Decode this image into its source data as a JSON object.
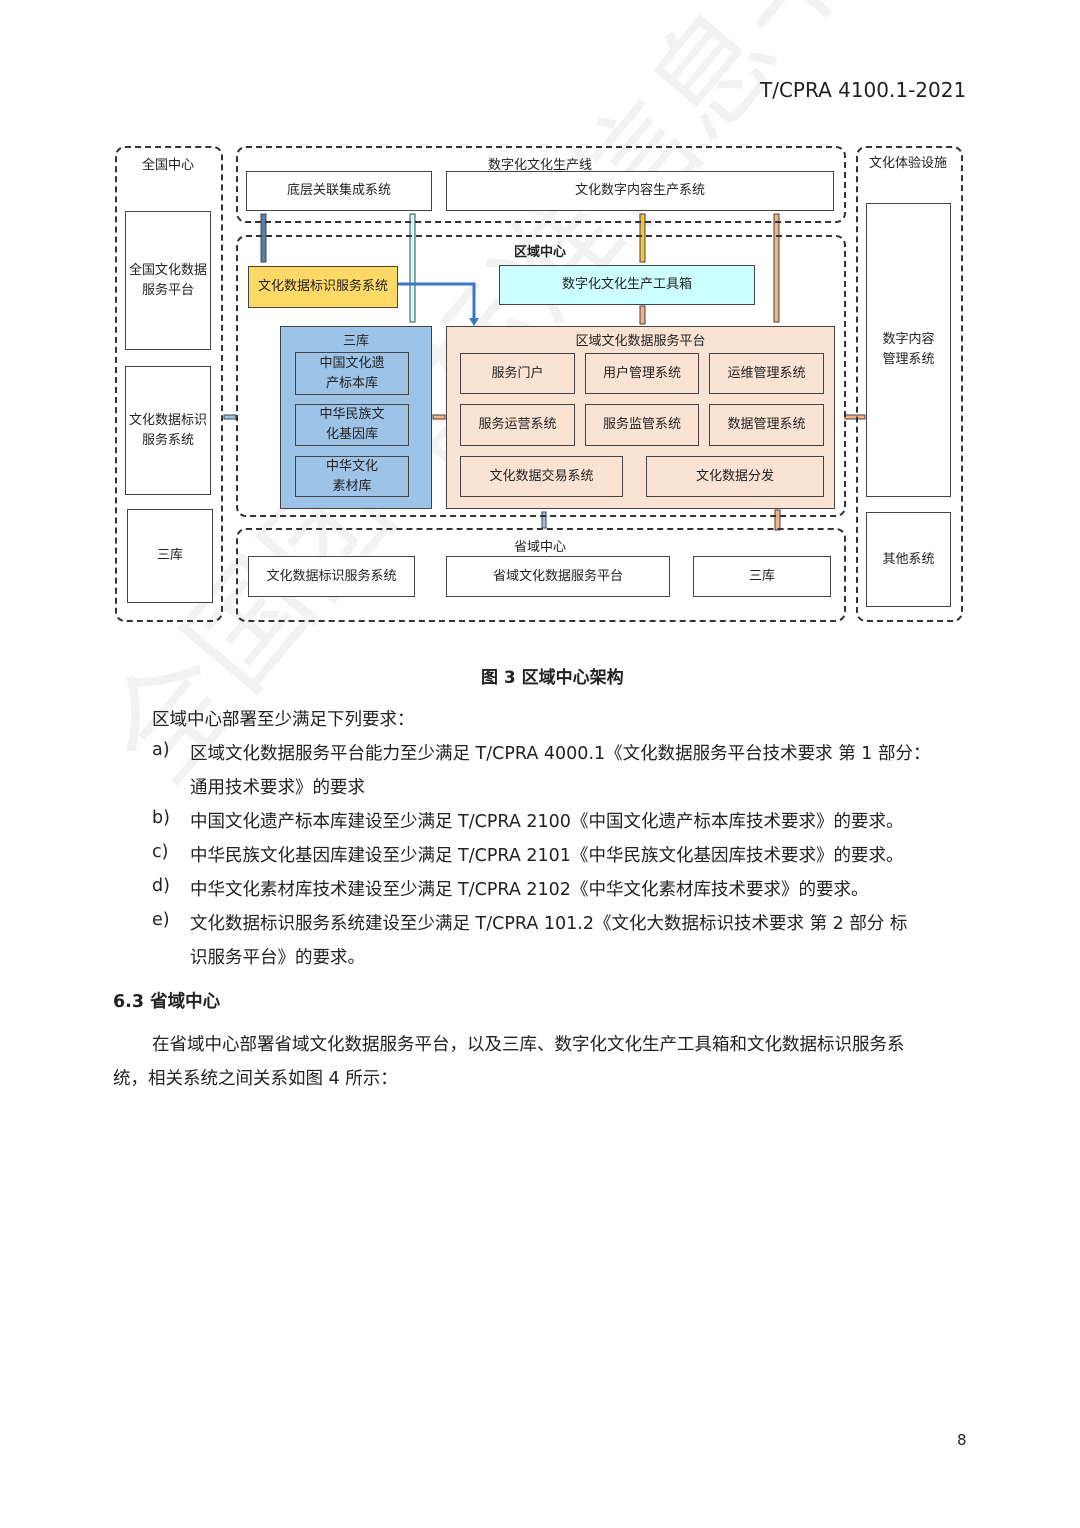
{
  "header": {
    "doc_id": "T/CPRA 4100.1-2021"
  },
  "diagram": {
    "national": {
      "title": "全国中心",
      "platform": "全国文化数据服务平台",
      "id_system": "文化数据标识服务系统",
      "three_libs": "三库"
    },
    "production": {
      "title": "数字化文化生产线",
      "bottom_system": "底层关联集成系统",
      "content_system": "文化数字内容生产系统"
    },
    "regional": {
      "title": "区域中心",
      "id_system": "文化数据标识服务系统",
      "toolbox": "数字化文化生产工具箱",
      "libs": {
        "title": "三库",
        "items": [
          "中国文化遗产标本库",
          "中华民族文化基因库",
          "中华文化素材库"
        ]
      },
      "platform": {
        "title": "区域文化数据服务平台",
        "items": [
          "服务门户",
          "用户管理系统",
          "运维管理系统",
          "服务运营系统",
          "服务监管系统",
          "数据管理系统",
          "文化数据交易系统",
          "文化数据分发"
        ]
      }
    },
    "provincial": {
      "title": "省域中心",
      "id_system": "文化数据标识服务系统",
      "platform": "省域文化数据服务平台",
      "three_libs": "三库"
    },
    "experience": {
      "title": "文化体验设施",
      "content_mgmt": "数字内容管理系统",
      "other": "其他系统"
    }
  },
  "caption": "图 3  区域中心架构",
  "body": {
    "intro": "区域中心部署至少满足下列要求：",
    "items": [
      {
        "marker": "a)",
        "lines": [
          "区域文化数据服务平台能力至少满足 T/CPRA 4000.1《文化数据服务平台技术要求  第 1 部分：",
          "通用技术要求》的要求"
        ]
      },
      {
        "marker": "b)",
        "lines": [
          "中国文化遗产标本库建设至少满足 T/CPRA 2100《中国文化遗产标本库技术要求》的要求。"
        ]
      },
      {
        "marker": "c)",
        "lines": [
          "中华民族文化基因库建设至少满足 T/CPRA 2101《中华民族文化基因库技术要求》的要求。"
        ]
      },
      {
        "marker": "d)",
        "lines": [
          "中华文化素材库技术建设至少满足 T/CPRA 2102《中华文化素材库技术要求》的要求。"
        ]
      },
      {
        "marker": "e)",
        "lines": [
          "文化数据标识服务系统建设至少满足 T/CPRA 101.2《文化大数据标识技术要求  第 2 部分  标",
          "识服务平台》的要求。"
        ]
      }
    ],
    "section_title": "6.3  省域中心",
    "para_lines": [
      "在省域中心部署省域文化数据服务平台，以及三库、数字化文化生产工具箱和文化数据标识服务系",
      "统，相关系统之间关系如图 4 所示："
    ]
  },
  "page_number": "8",
  "watermark": "全国团体标准信息平台"
}
